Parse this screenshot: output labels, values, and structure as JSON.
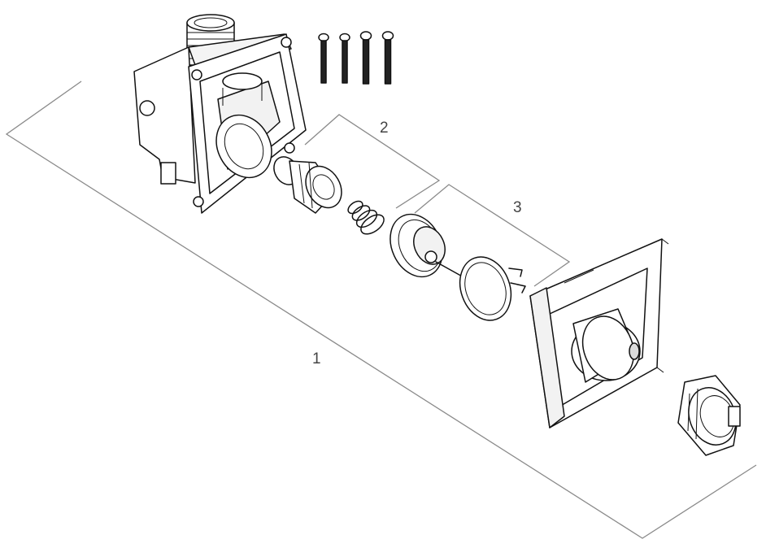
{
  "diagram": {
    "callouts": [
      {
        "id": "1",
        "label": "1"
      },
      {
        "id": "2",
        "label": "2"
      },
      {
        "id": "3",
        "label": "3"
      }
    ],
    "colors": {
      "line": "#8a8a8a",
      "ink": "#111111",
      "part_fill": "#ffffff",
      "shade": "#dcdcdc"
    }
  }
}
